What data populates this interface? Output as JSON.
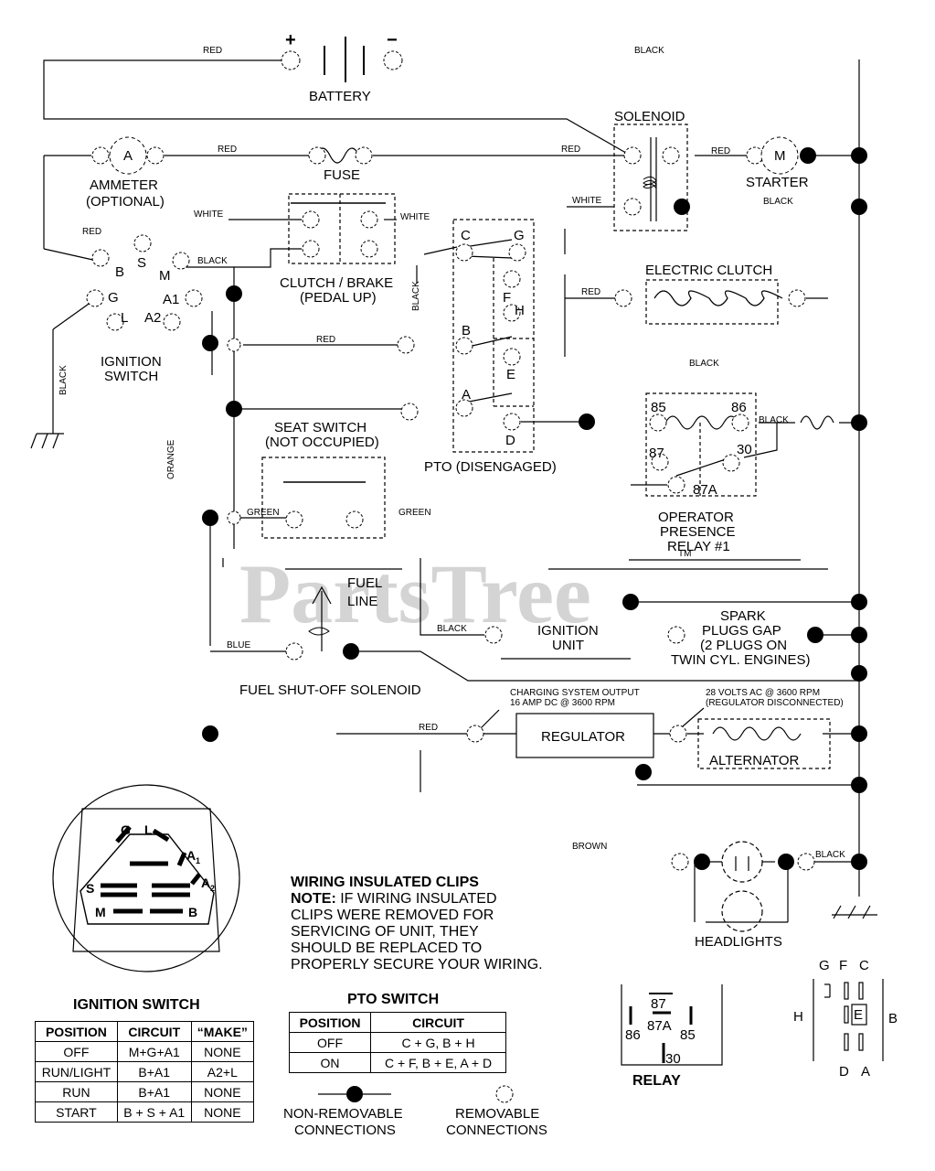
{
  "watermark": "PartsTree",
  "watermark_tm": "TM",
  "wire_labels": {
    "red_top": "RED",
    "black_top": "BLACK",
    "red_2": "RED",
    "red_3": "RED",
    "red_4": "RED",
    "red_ign": "RED",
    "white_1": "WHITE",
    "white_2": "WHITE",
    "white_3": "WHITE",
    "black_ign": "BLACK",
    "black_v1": "BLACK",
    "black_starter": "BLACK",
    "red_pto": "RED",
    "red_mid": "RED",
    "black_mid": "BLACK",
    "black_relay": "BLACK",
    "black_ground": "BLACK",
    "orange": "ORANGE",
    "green_1": "GREEN",
    "green_2": "GREEN",
    "black_ign_unit": "BLACK",
    "blue": "BLUE",
    "red_reg": "RED",
    "brown": "BROWN",
    "black_head": "BLACK"
  },
  "components": {
    "battery": "BATTERY",
    "battery_plus": "+",
    "battery_minus": "−",
    "solenoid": "SOLENOID",
    "starter": "STARTER",
    "starter_m": "M",
    "ammeter_1": "AMMETER",
    "ammeter_2": "(OPTIONAL)",
    "ammeter_a": "A",
    "fuse": "FUSE",
    "ign_1": "IGNITION",
    "ign_2": "SWITCH",
    "ign_b": "B",
    "ign_s": "S",
    "ign_m": "M",
    "ign_g": "G",
    "ign_a1": "A1",
    "ign_l": "L",
    "ign_a2": "A2",
    "clutch_1": "CLUTCH / BRAKE",
    "clutch_2": "(PEDAL UP)",
    "pto_c": "C",
    "pto_g": "G",
    "pto_f": "F",
    "pto_h": "H",
    "pto_b": "B",
    "pto_e": "E",
    "pto_a": "A",
    "pto_d": "D",
    "pto_label": "PTO (DISENGAGED)",
    "elec_clutch": "ELECTRIC CLUTCH",
    "seat_1": "SEAT SWITCH",
    "seat_2": "(NOT OCCUPIED)",
    "relay_85": "85",
    "relay_86": "86",
    "relay_87": "87",
    "relay_30": "30",
    "relay_87a": "87A",
    "op_1": "OPERATOR",
    "op_2": "PRESENCE",
    "op_3": "RELAY #1",
    "fuel_1": "FUEL",
    "fuel_2": "LINE",
    "ign_unit_1": "IGNITION",
    "ign_unit_2": "UNIT",
    "spark_1": "SPARK",
    "spark_2": "PLUGS GAP",
    "spark_3": "(2 PLUGS ON",
    "spark_4": "TWIN CYL. ENGINES)",
    "fuel_sol": "FUEL SHUT-OFF SOLENOID",
    "charging_1": "CHARGING SYSTEM OUTPUT",
    "charging_2": "16 AMP DC @ 3600 RPM",
    "volts_1": "28 VOLTS AC @ 3600 RPM",
    "volts_2": "(REGULATOR DISCONNECTED)",
    "regulator": "REGULATOR",
    "alternator": "ALTERNATOR",
    "headlights": "HEADLIGHTS"
  },
  "ignition_face": {
    "g": "G",
    "l": "L",
    "a1": "A",
    "a1_sub": "1",
    "s": "S",
    "a2": "A",
    "a2_sub": "2",
    "m": "M",
    "b": "B"
  },
  "ignition_table": {
    "title": "IGNITION SWITCH",
    "headers": [
      "POSITION",
      "CIRCUIT",
      "“MAKE”"
    ],
    "rows": [
      [
        "OFF",
        "M+G+A1",
        "NONE"
      ],
      [
        "RUN/LIGHT",
        "B+A1",
        "A2+L"
      ],
      [
        "RUN",
        "B+A1",
        "NONE"
      ],
      [
        "START",
        "B + S + A1",
        "NONE"
      ]
    ]
  },
  "pto_table": {
    "title": "PTO SWITCH",
    "headers": [
      "POSITION",
      "CIRCUIT"
    ],
    "rows": [
      [
        "OFF",
        "C + G, B + H"
      ],
      [
        "ON",
        "C + F, B + E, A + D"
      ]
    ]
  },
  "note": {
    "heading": "WIRING INSULATED CLIPS",
    "label": "NOTE:",
    "line1": " IF WIRING INSULATED",
    "line2": "CLIPS WERE REMOVED FOR",
    "line3": "SERVICING OF UNIT, THEY",
    "line4": "SHOULD BE REPLACED TO",
    "line5": "PROPERLY SECURE YOUR WIRING."
  },
  "relay_legend": {
    "n87": "87",
    "n86": "86",
    "n87a": "87A",
    "n85": "85",
    "n30": "30",
    "title": "RELAY"
  },
  "pto_legend": {
    "g": "G",
    "f": "F",
    "c": "C",
    "h": "H",
    "e": "E",
    "b": "B",
    "d": "D",
    "a": "A"
  },
  "legend": {
    "nonremovable_1": "NON-REMOVABLE",
    "nonremovable_2": "CONNECTIONS",
    "removable_1": "REMOVABLE",
    "removable_2": "CONNECTIONS"
  }
}
